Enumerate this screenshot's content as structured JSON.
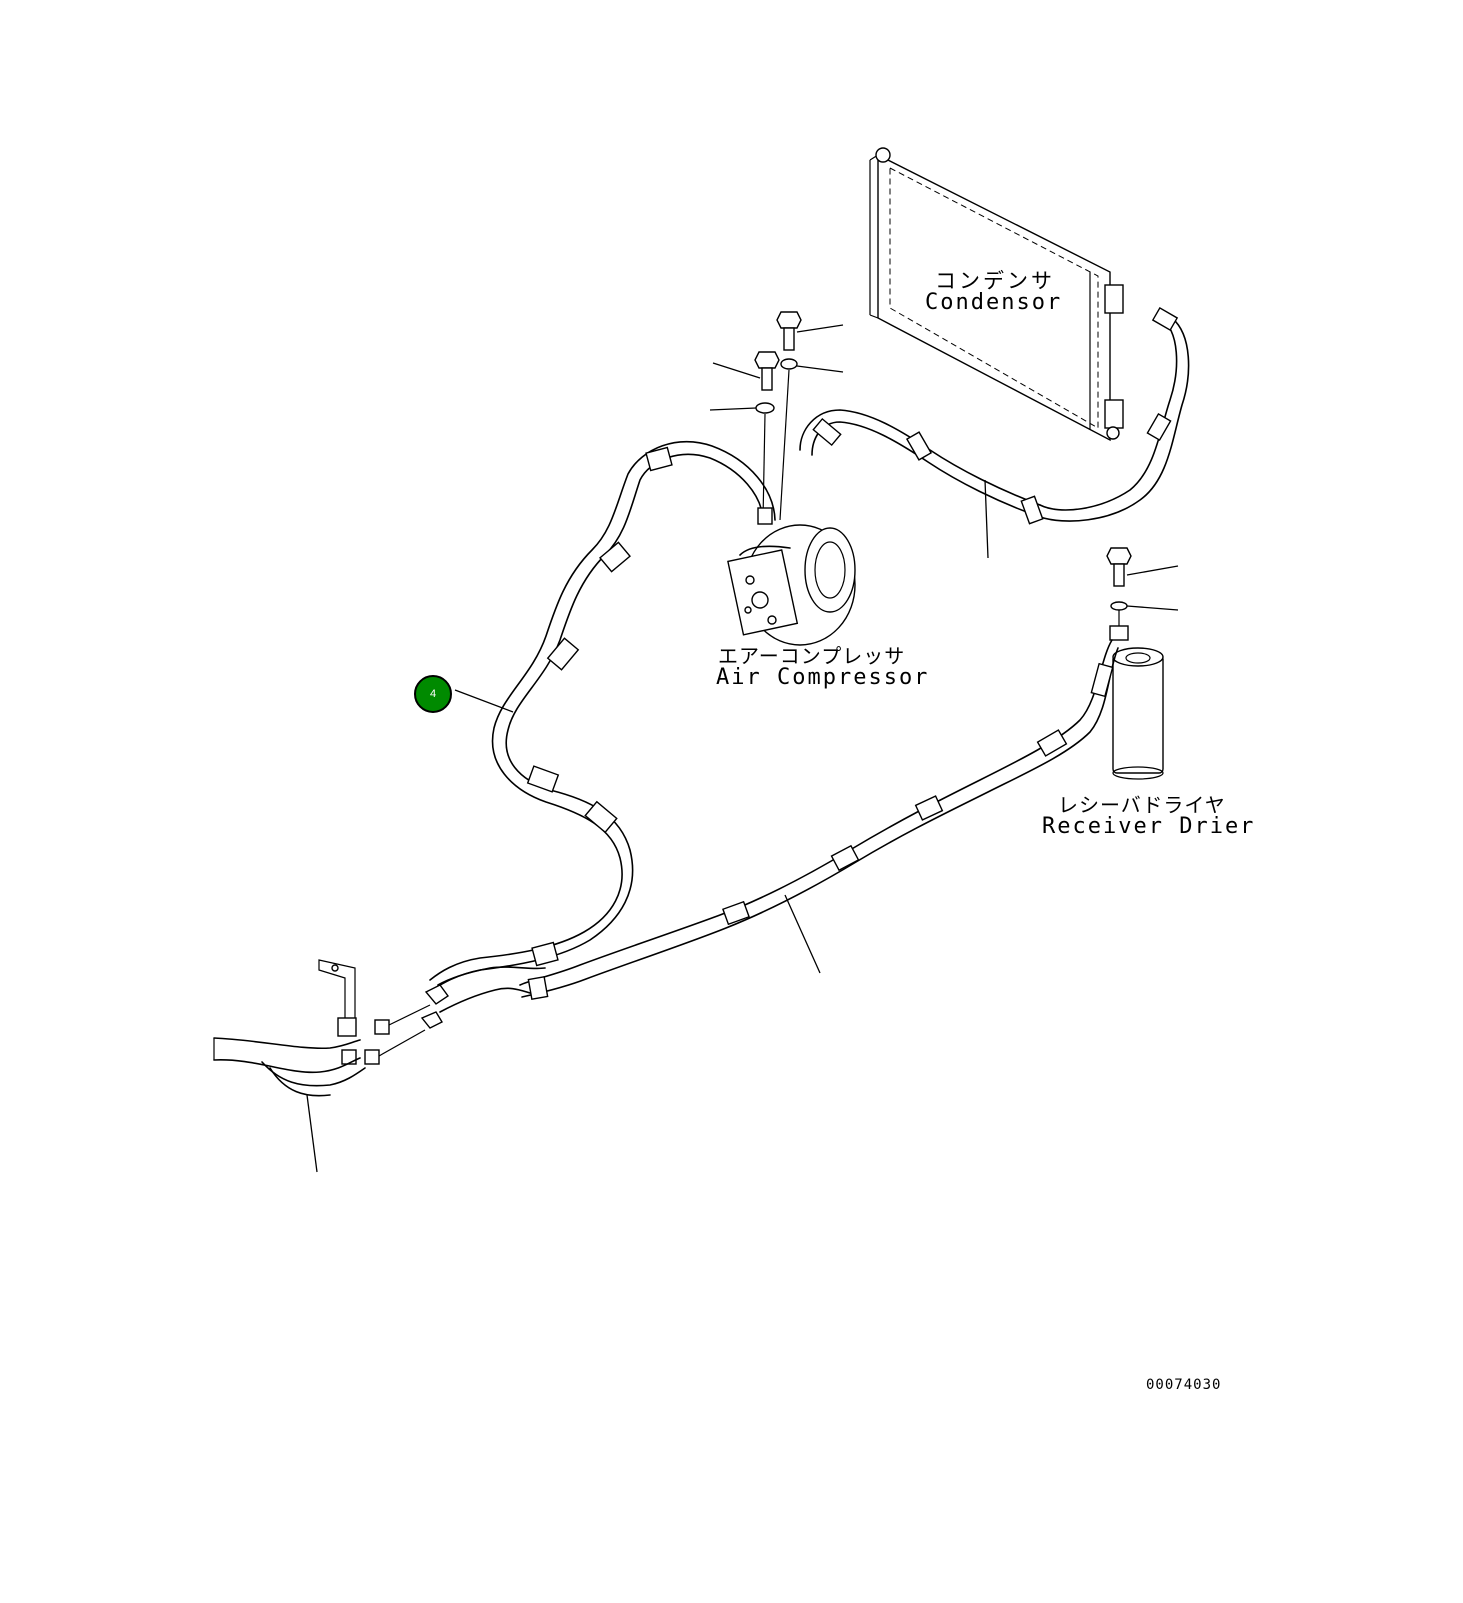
{
  "labels": {
    "condenser_jp": "コンデンサ",
    "condenser_en": "Condensor",
    "compressor_jp": "エアーコンプレッサ",
    "compressor_en": "Air Compressor",
    "receiver_jp": "レシーバドライヤ",
    "receiver_en": "Receiver Drier"
  },
  "callout": {
    "number": "4",
    "color": "#008a00"
  },
  "drawing_code": "00074030"
}
